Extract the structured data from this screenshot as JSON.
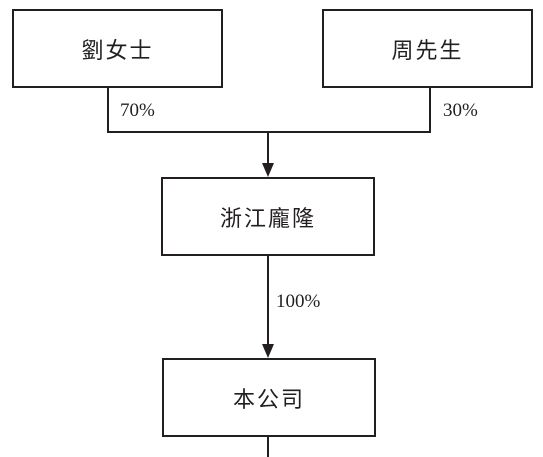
{
  "nodes": {
    "liu": {
      "label": "劉女士"
    },
    "zhou": {
      "label": "周先生"
    },
    "zhejiang": {
      "label": "浙江龐隆"
    },
    "company": {
      "label": "本公司"
    }
  },
  "edges": {
    "liu_to_zhejiang": {
      "percent": "70%"
    },
    "zhou_to_zhejiang": {
      "percent": "30%"
    },
    "zhejiang_to_company": {
      "percent": "100%"
    }
  },
  "colors": {
    "line": "#231f20",
    "background": "#ffffff"
  }
}
